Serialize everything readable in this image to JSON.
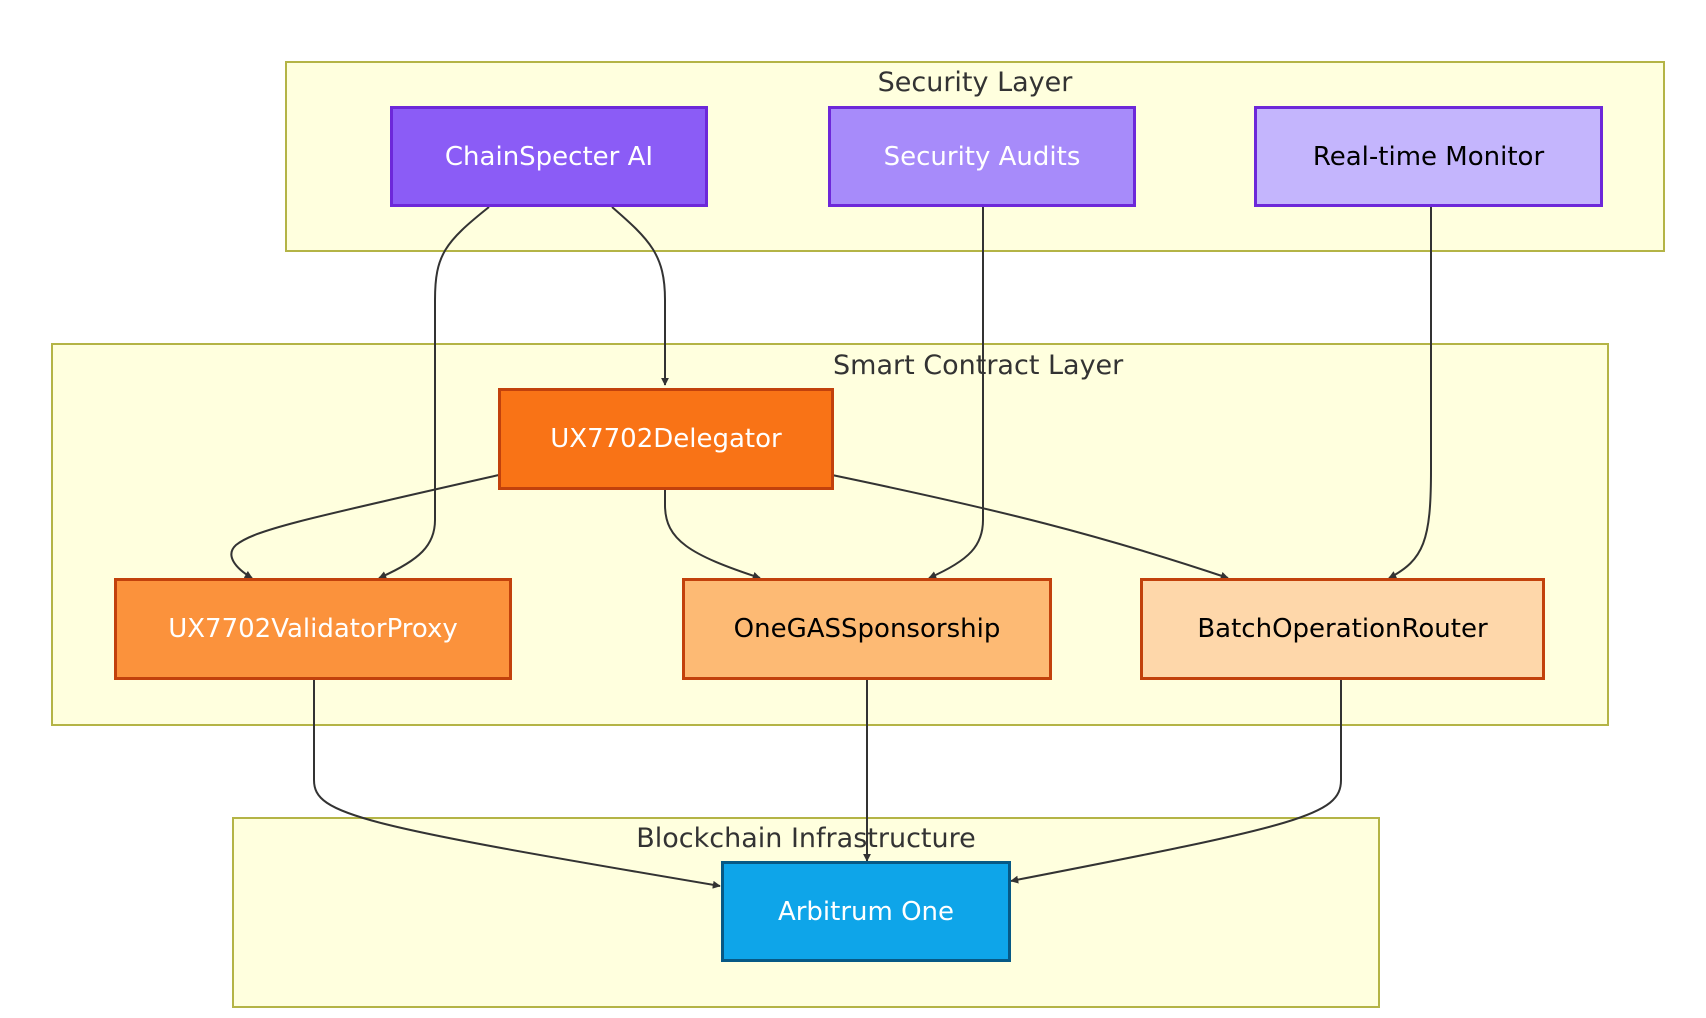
{
  "clusters": {
    "security": {
      "title": "Security Layer"
    },
    "smart_contract": {
      "title": "Smart Contract Layer"
    },
    "blockchain": {
      "title": "Blockchain Infrastructure"
    }
  },
  "nodes": {
    "chainspecter": {
      "label": "ChainSpecter AI",
      "fill": "#8b5cf6",
      "stroke": "#6d28d9",
      "text_color": "#ffffff"
    },
    "audits": {
      "label": "Security Audits",
      "fill": "#a78bfa",
      "stroke": "#6d28d9",
      "text_color": "#ffffff"
    },
    "monitor": {
      "label": "Real-time Monitor",
      "fill": "#c4b5fd",
      "stroke": "#6d28d9",
      "text_color": "#000000"
    },
    "delegator": {
      "label": "UX7702Delegator",
      "fill": "#f97316",
      "stroke": "#c2410c",
      "text_color": "#ffffff"
    },
    "validator_proxy": {
      "label": "UX7702ValidatorProxy",
      "fill": "#fb923c",
      "stroke": "#c2410c",
      "text_color": "#ffffff"
    },
    "gas_sponsorship": {
      "label": "OneGASSponsorship",
      "fill": "#fdba74",
      "stroke": "#c2410c",
      "text_color": "#000000"
    },
    "batch_router": {
      "label": "BatchOperationRouter",
      "fill": "#fed7aa",
      "stroke": "#c2410c",
      "text_color": "#000000"
    },
    "arbitrum": {
      "label": "Arbitrum One",
      "fill": "#0ea5e9",
      "stroke": "#075985",
      "text_color": "#ffffff"
    }
  },
  "edges": [
    {
      "from": "chainspecter",
      "to": "delegator"
    },
    {
      "from": "chainspecter",
      "to": "validator_proxy"
    },
    {
      "from": "audits",
      "to": "gas_sponsorship"
    },
    {
      "from": "monitor",
      "to": "batch_router"
    },
    {
      "from": "delegator",
      "to": "validator_proxy"
    },
    {
      "from": "delegator",
      "to": "gas_sponsorship"
    },
    {
      "from": "delegator",
      "to": "batch_router"
    },
    {
      "from": "validator_proxy",
      "to": "arbitrum"
    },
    {
      "from": "gas_sponsorship",
      "to": "arbitrum"
    },
    {
      "from": "batch_router",
      "to": "arbitrum"
    }
  ],
  "edge_color": "#333333",
  "cluster_fill": "#ffffde",
  "cluster_stroke": "#b4b446"
}
